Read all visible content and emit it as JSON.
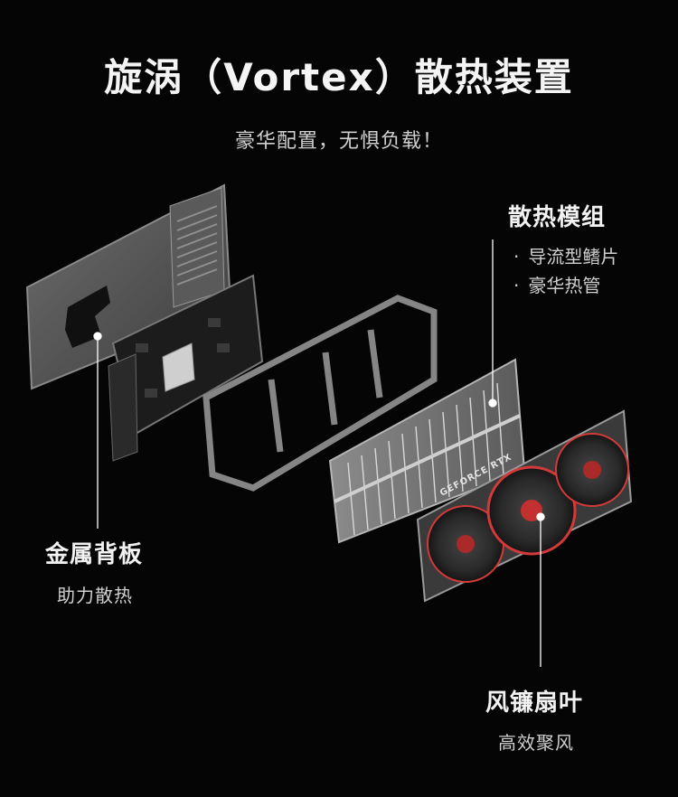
{
  "header": {
    "title": "旋涡（Vortex）散热装置",
    "subtitle": "豪华配置，无惧负载！"
  },
  "callouts": {
    "heat_module": {
      "title": "散热模组",
      "bullets": [
        "导流型鳍片",
        "豪华热管"
      ]
    },
    "backplate": {
      "title": "金属背板",
      "subtitle": "助力散热"
    },
    "fan": {
      "title": "风镰扇叶",
      "subtitle": "高效聚风"
    }
  },
  "product": {
    "shroud_text": "GEFORCE RTX"
  },
  "colors": {
    "background": "#050505",
    "metal": "#9a9a9a",
    "accent_red": "#d23a3a"
  }
}
